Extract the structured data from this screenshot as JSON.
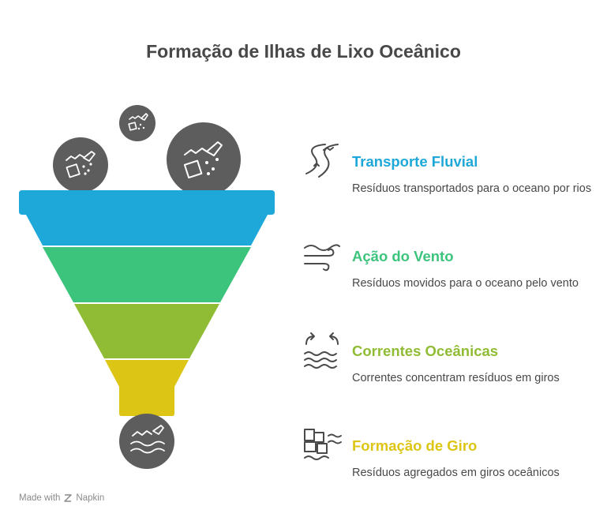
{
  "title": "Formação de Ilhas de Lixo Oceânico",
  "stages": [
    {
      "title": "Transporte Fluvial",
      "description": "Resíduos transportados para o oceano por rios",
      "color": "#1ea8d9",
      "icon": "river-icon"
    },
    {
      "title": "Ação do Vento",
      "description": "Resíduos movidos para o oceano pelo vento",
      "color": "#3cc47d",
      "icon": "wind-icon"
    },
    {
      "title": "Correntes Oceânicas",
      "description": "Correntes concentram resíduos em giros",
      "color": "#8fbc34",
      "icon": "currents-icon"
    },
    {
      "title": "Formação de Giro",
      "description": "Resíduos agregados em giros oceânicos",
      "color": "#ddc515",
      "icon": "gyre-icon"
    }
  ],
  "colors": {
    "circle": "#5d5d5d",
    "text": "#484848",
    "icon_stroke": "#4a4a4a"
  },
  "footer": {
    "made_with": "Made with",
    "brand": "Napkin"
  }
}
